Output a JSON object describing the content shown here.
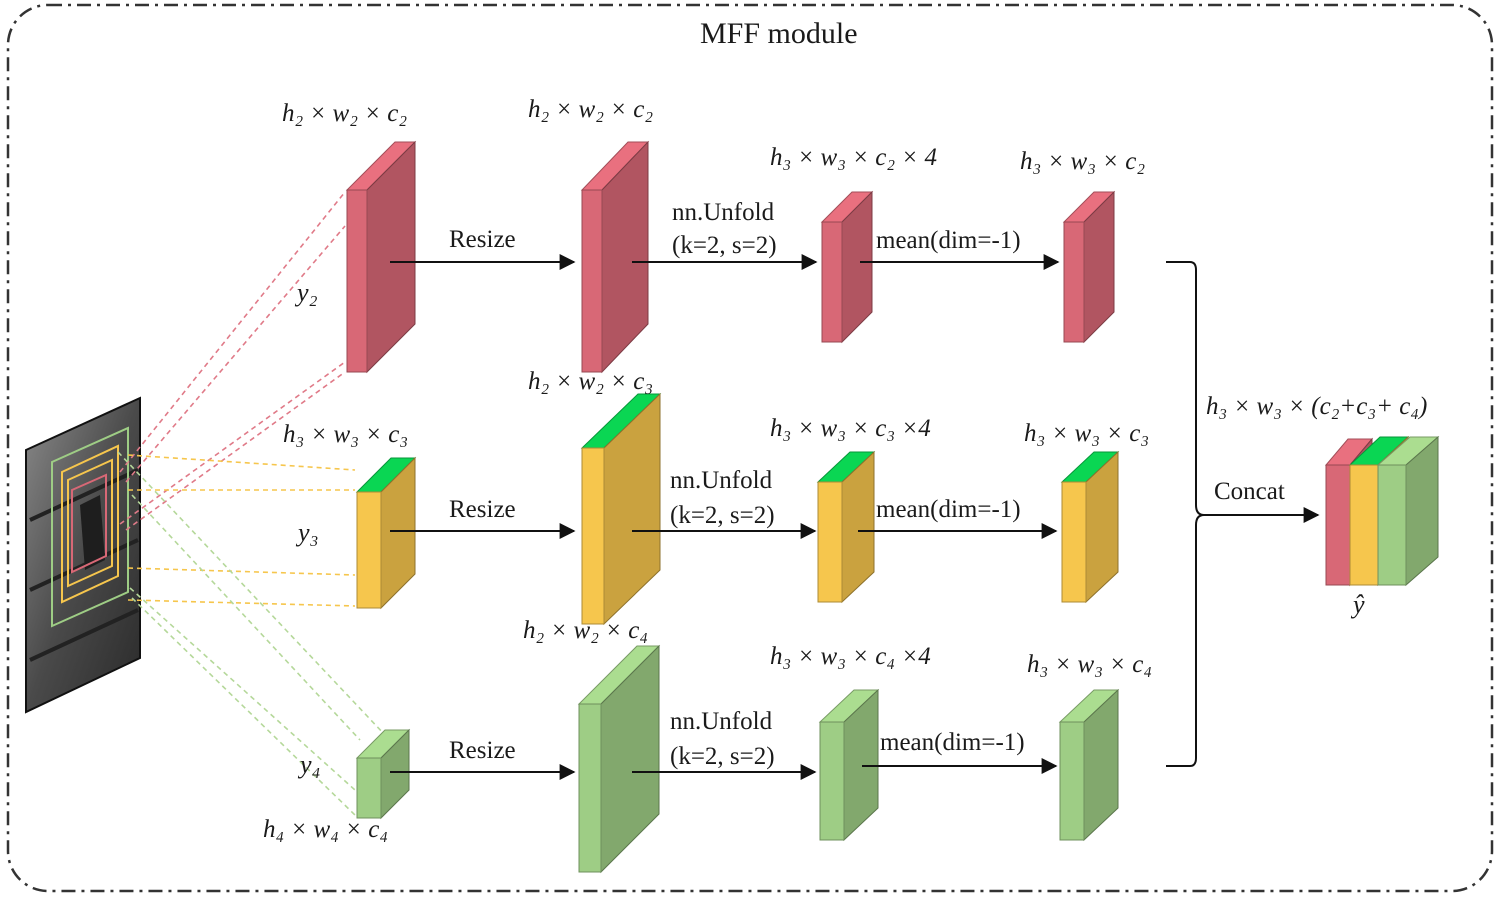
{
  "title": "MFF module",
  "colors": {
    "red": "#d86876",
    "yellow": "#f6c64d",
    "green": "#9ecd85",
    "frame": "#333333",
    "arrow": "#111111"
  },
  "branches": {
    "y2": {
      "input_label": "y₂",
      "input_dim": "h₂ × w₂ × c₂",
      "resize_label": "Resize",
      "resized_dim": "h₂ × w₂ × c₂",
      "unfold_label": "nn.Unfold",
      "unfold_params": "(k=2, s=2)",
      "unfolded_dim": "h₃ × w₃ × c₂ × 4",
      "mean_label": "mean(dim=-1)",
      "output_dim": "h₃ × w₃ × c₂"
    },
    "y3": {
      "input_label": "y₃",
      "input_dim": "h₃ × w₃ × c₃",
      "resize_label": "Resize",
      "resized_dim": "h₂ × w₂ × c₃",
      "unfold_label": "nn.Unfold",
      "unfold_params": "(k=2, s=2)",
      "unfolded_dim": "h₃ × w₃ × c₃ ×4",
      "mean_label": "mean(dim=-1)",
      "output_dim": "h₃ × w₃ × c₃"
    },
    "y4": {
      "input_label": "y₄",
      "input_dim": "h₄ × w₄ × c₄",
      "resize_label": "Resize",
      "resized_dim": "h₂ × w₂ × c₄",
      "unfold_label": "nn.Unfold",
      "unfold_params": "(k=2, s=2)",
      "unfolded_dim": "h₃ × w₃ × c₄ ×4",
      "mean_label": "mean(dim=-1)",
      "output_dim": "h₃ × w₃ × c₄"
    }
  },
  "concat": {
    "label": "Concat",
    "dim": "h₃ × w₃ × (c₂+c₃+ c₄)",
    "output_label": "ŷ"
  }
}
